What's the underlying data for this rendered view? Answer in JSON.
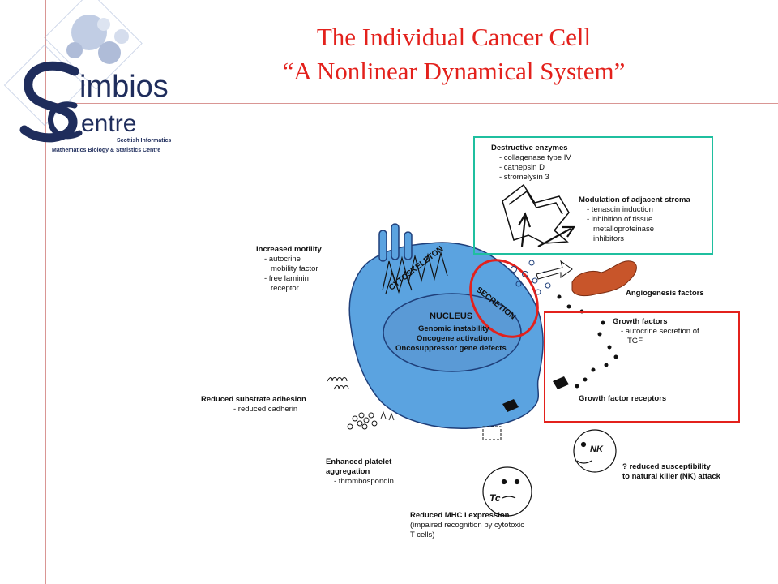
{
  "title": {
    "line1": "The Individual Cancer Cell",
    "line2": "“A Nonlinear Dynamical System”"
  },
  "logo": {
    "imbios": "imbios",
    "entre": "entre",
    "line1": "Scottish Informatics",
    "line2": "Mathematics Biology & Statistics Centre"
  },
  "colors": {
    "title": "#e3211c",
    "cell": "#5ba3e0",
    "green_box": "#1fbf9f",
    "red_box": "#e3211c",
    "vessel": "#c8552a"
  },
  "cell": {
    "cytoskeleton": "CYTOSKELETON",
    "secretion": "SECRETION",
    "nucleus": "NUCLEUS",
    "nucleus_items": [
      "Genomic instability",
      "Oncogene activation",
      "Oncosuppressor gene defects"
    ]
  },
  "labels": {
    "destructive": {
      "heading": "Destructive enzymes",
      "items": [
        "- collagenase type IV",
        "- cathepsin D",
        "- stromelysin 3"
      ]
    },
    "stroma": {
      "heading": "Modulation of adjacent stroma",
      "items": [
        "- tenascin induction",
        "- inhibition of tissue",
        "metalloproteinase",
        "inhibitors"
      ]
    },
    "motility": {
      "heading": "Increased motility",
      "items": [
        "- autocrine",
        "mobility factor",
        "- free laminin",
        "receptor"
      ]
    },
    "angiogenesis": {
      "heading": "Angiogenesis factors"
    },
    "growth": {
      "heading": "Growth factors",
      "items": [
        "- autocrine secretion of",
        "TGF"
      ]
    },
    "receptors": {
      "heading": "Growth factor receptors"
    },
    "adhesion": {
      "heading": "Reduced substrate adhesion",
      "items": [
        "- reduced cadherin"
      ]
    },
    "platelet": {
      "heading": "Enhanced platelet",
      "heading2": "aggregation",
      "items": [
        "- thrombospondin"
      ]
    },
    "nk": {
      "heading": "? reduced susceptibility",
      "heading2": "to natural killer (NK) attack",
      "badge": "NK"
    },
    "mhc": {
      "heading": "Reduced MHC I expression",
      "items": [
        "(impaired recognition by cytotoxic",
        "T cells)"
      ],
      "badge": "Tc"
    }
  }
}
